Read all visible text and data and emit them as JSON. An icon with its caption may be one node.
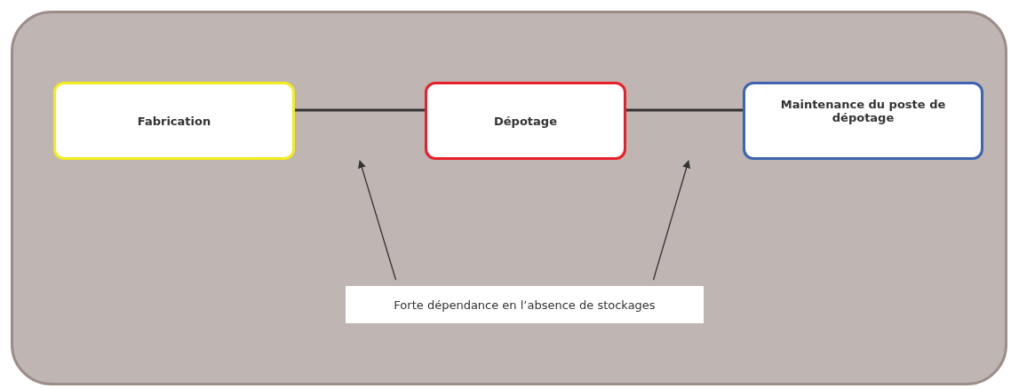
{
  "diagram": {
    "nodes": [
      {
        "text": [],
        "shape": "box"
      },
      {
        "text": [
          "Fabrication"
        ],
        "in": 0
      },
      {
        "text": [
          "Dépotage"
        ],
        "in": 0
      },
      {
        "text": [
          "Maintenance du poste de dépotage"
        ],
        "in": 0
      },
      {
        "text": [
          "Forte dépendance en l’absence de stockages"
        ],
        "in": 0
      }
    ],
    "edges": [
      {
        "from": 1,
        "to": 2,
        "arrow": "none"
      },
      {
        "from": 2,
        "to": 3,
        "arrow": "none"
      },
      {
        "from": 4,
        "to": null,
        "arrow": "to"
      },
      {
        "from": 4,
        "to": null,
        "arrow": "to"
      }
    ]
  }
}
